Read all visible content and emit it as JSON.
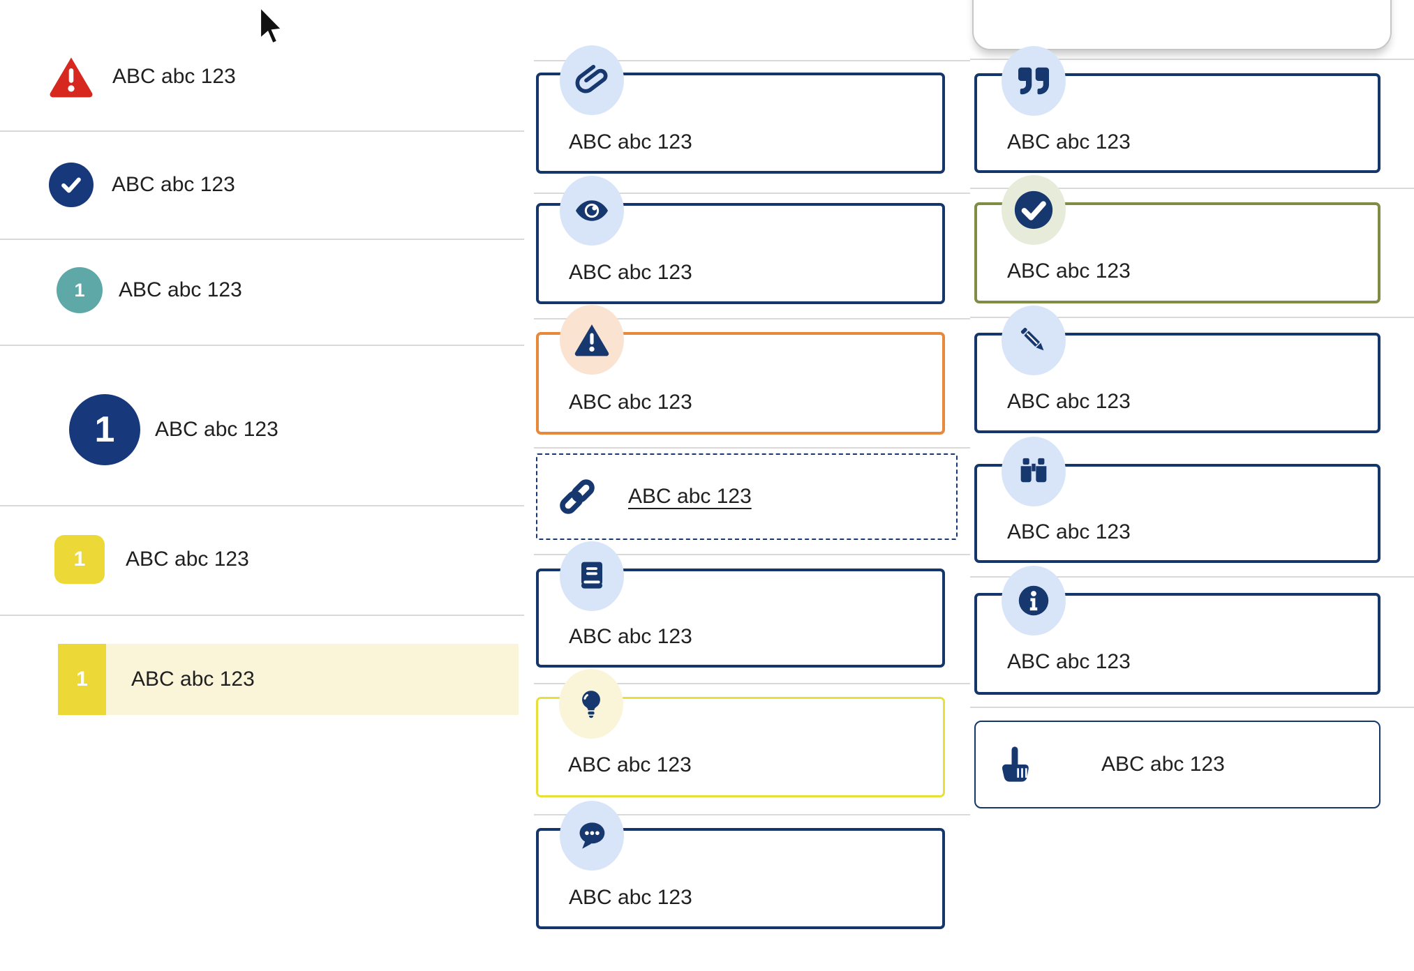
{
  "left_list": {
    "items": [
      {
        "icon": "alert-triangle-icon",
        "label": "ABC abc 123"
      },
      {
        "icon": "check-circle-icon",
        "label": "ABC abc 123"
      },
      {
        "badge": "1",
        "style": "teal-circle",
        "label": "ABC abc 123"
      },
      {
        "badge": "1",
        "style": "big-navy-circle",
        "label": "ABC abc 123"
      },
      {
        "badge": "1",
        "style": "yellow-square",
        "label": "ABC abc 123"
      },
      {
        "badge": "1",
        "style": "yellow-bar-highlighted",
        "label": "ABC abc 123"
      }
    ]
  },
  "middle_cards": [
    {
      "icon": "paperclip-icon",
      "label": "ABC abc 123"
    },
    {
      "icon": "eye-icon",
      "label": "ABC abc 123"
    },
    {
      "icon": "alert-triangle-icon",
      "label": "ABC abc 123"
    },
    {
      "icon": "link-icon",
      "label": "ABC abc 123"
    },
    {
      "icon": "book-icon",
      "label": "ABC abc 123"
    },
    {
      "icon": "lightbulb-icon",
      "label": "ABC abc 123"
    },
    {
      "icon": "chat-bubble-icon",
      "label": "ABC abc 123"
    }
  ],
  "right_cards": [
    {
      "icon": "quote-icon",
      "label": "ABC abc 123"
    },
    {
      "icon": "check-circle-icon",
      "label": "ABC abc 123"
    },
    {
      "icon": "pencil-icon",
      "label": "ABC abc 123"
    },
    {
      "icon": "binoculars-icon",
      "label": "ABC abc 123"
    },
    {
      "icon": "info-icon",
      "label": "ABC abc 123"
    },
    {
      "icon": "hand-pointer-icon",
      "label": "ABC abc 123"
    }
  ],
  "colors": {
    "navy": "#14366b",
    "icon_navy": "#17376f",
    "red": "#d6281f",
    "teal": "#5fa8a8",
    "yellow": "#ecd938",
    "highlight_bg": "#faf5d9",
    "orange": "#e8883a",
    "olive": "#7e8c44",
    "bulb_yellow": "#e7e03b",
    "circle_blue": "#d8e5f8",
    "circle_peach": "#fbe3d2",
    "circle_green": "#e6ecd9",
    "divider": "#d9d9d9"
  }
}
